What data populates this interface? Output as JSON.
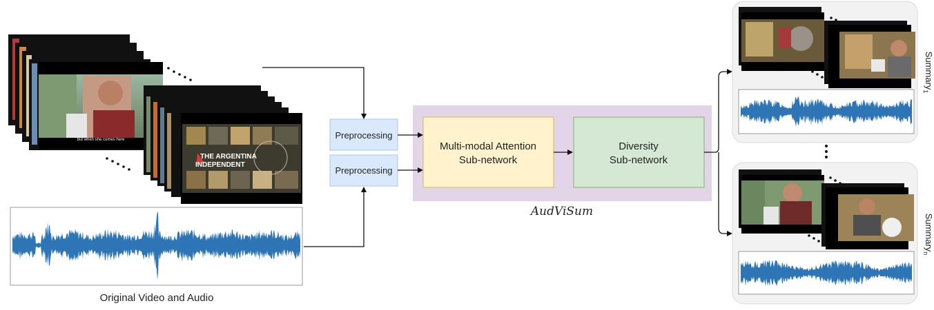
{
  "input": {
    "caption": "Original Video and Audio",
    "frame_subtitle": "but when she comes here",
    "frame2_title_line1": "THE ARGENTINA",
    "frame2_title_line2": "INDEPENDENT"
  },
  "preprocessing": {
    "top_label": "Preprocessing",
    "bottom_label": "Preprocessing"
  },
  "model": {
    "name": "AudViSum",
    "attention_line1": "Multi-modal Attention",
    "attention_line2": "Sub-network",
    "diversity_line1": "Diversity",
    "diversity_line2": "Sub-network"
  },
  "summaries": {
    "top_label": "Summary",
    "top_subscript": "1",
    "bottom_label": "Summary",
    "bottom_subscript": "n"
  },
  "colors": {
    "preprocess_fill": "#dae8fc",
    "preprocess_stroke": "#a9c4eb",
    "container_fill": "#e1d5e7",
    "attention_fill": "#fff2cc",
    "attention_stroke": "#d6b656",
    "diversity_fill": "#d5e8d4",
    "diversity_stroke": "#82b366",
    "waveform": "#2e75b6",
    "summary_panel": "#f2f2f2"
  }
}
